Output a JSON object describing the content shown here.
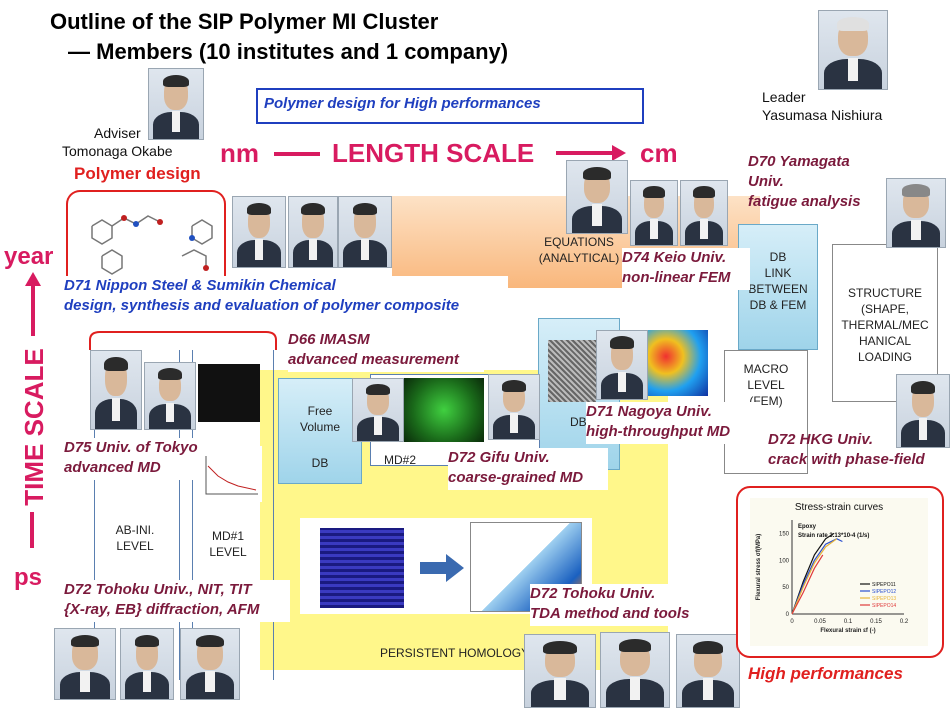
{
  "title_line1": "Outline of the SIP Polymer MI Cluster",
  "title_line2": "— Members (10 institutes and 1 company)",
  "subtitle_box": "Polymer design for High performances",
  "leader": {
    "role": "Leader",
    "name": "Yasumasa Nishiura"
  },
  "adviser": {
    "role": "Adviser",
    "name": "Tomonaga Okabe"
  },
  "length_scale": {
    "left": "nm",
    "label": "LENGTH SCALE",
    "right": "cm"
  },
  "time_scale": {
    "top": "year",
    "label": "TIME SCALE",
    "bottom": "ps"
  },
  "polymer_design": "Polymer design",
  "groups": {
    "d71": {
      "line1": "D71 Nippon  Steel & Sumikin  Chemical",
      "line2": "design,  synthesis and evaluation  of polymer composite"
    },
    "d66": {
      "line1": "D66 IMASM",
      "line2": "advanced  measurement"
    },
    "d75": {
      "line1": "D75 Univ.  of Tokyo",
      "line2": "advanced  MD"
    },
    "d72gifu": {
      "line1": "D72 Gifu  Univ.",
      "line2": "coarse-grained  MD"
    },
    "d71nagoya": {
      "line1": "D71 Nagoya  Univ.",
      "line2": "high-throughput  MD"
    },
    "d74": {
      "line1": "D74 Keio  Univ.",
      "line2": "non-linear  FEM"
    },
    "d70": {
      "line1": "D70 Yamagata  Univ.",
      "line2": "fatigue  analysis"
    },
    "d72hkg": {
      "line1": "D72 HKG Univ.",
      "line2": "crack with phase-field"
    },
    "d72tohoku1": {
      "line1": "D72 Tohoku  Univ., NIT, TIT",
      "line2": "{X-ray, EB} diffraction,  AFM"
    },
    "d72tohoku2": {
      "line1": "D72 Tohoku  Univ.",
      "line2": "TDA method  and tools"
    }
  },
  "boxes": {
    "equations": {
      "line1": "EQUATIONS",
      "line2": "(ANALYTICAL)"
    },
    "db_link": {
      "line1": "DB",
      "line2": "LINK",
      "line3": "BETWEEN",
      "line4": "DB & FEM"
    },
    "structure": {
      "line1": "STRUCTURE",
      "line2": "(SHAPE,",
      "line3": "THERMAL/MEC",
      "line4": "HANICAL",
      "line5": "LOADING"
    },
    "macro": {
      "line1": "MACRO",
      "line2": "LEVEL",
      "line3": "(FEM)"
    },
    "free_volume": {
      "line1": "Free",
      "line2": "Volume",
      "line3": "DB"
    },
    "md2": "MD#2",
    "db_small": "DB",
    "ab_ini": {
      "line1": "AB-INI.",
      "line2": "LEVEL"
    },
    "md1": {
      "line1": "MD#1",
      "line2": "LEVEL"
    },
    "persistent": "PERSISTENT HOMOLOGY"
  },
  "high_performances": "High performances",
  "stress_chart": {
    "title": "Stress-strain curves",
    "material": "Epoxy",
    "strain_rate": "Strain rate  3.13*10",
    "strain_rate_exp": "-4",
    "strain_rate_unit": "(1/s)",
    "ylabel": "Flexural stress σf(MPa)",
    "xlabel": "Flexural strain εf (-)",
    "xticks": [
      "0",
      "0.05",
      "0.1",
      "0.15",
      "0.2"
    ],
    "yticks": [
      "0",
      "50",
      "100",
      "150"
    ],
    "legend": [
      "SIPEPO11",
      "SIPEPO12",
      "SIPEPO13",
      "SIPEPO14"
    ],
    "colors": [
      "#111111",
      "#2a4fd0",
      "#e8b53a",
      "#e03a3a"
    ]
  },
  "chart_data": {
    "type": "line",
    "title": "Stress-strain curves",
    "xlabel": "Flexural strain εf (-)",
    "ylabel": "Flexural stress σf(MPa)",
    "xlim": [
      0,
      0.2
    ],
    "ylim": [
      0,
      175
    ],
    "series": [
      {
        "name": "SIPEPO11",
        "x": [
          0,
          0.02,
          0.04,
          0.06,
          0.075
        ],
        "y": [
          0,
          60,
          110,
          140,
          150
        ]
      },
      {
        "name": "SIPEPO12",
        "x": [
          0,
          0.02,
          0.04,
          0.06,
          0.08,
          0.09
        ],
        "y": [
          0,
          55,
          100,
          130,
          140,
          135
        ]
      },
      {
        "name": "SIPEPO13",
        "x": [
          0,
          0.02,
          0.04,
          0.06,
          0.08
        ],
        "y": [
          0,
          50,
          95,
          125,
          140
        ]
      },
      {
        "name": "SIPEPO14",
        "x": [
          0,
          0.02,
          0.04,
          0.055
        ],
        "y": [
          0,
          40,
          85,
          110
        ]
      }
    ]
  }
}
